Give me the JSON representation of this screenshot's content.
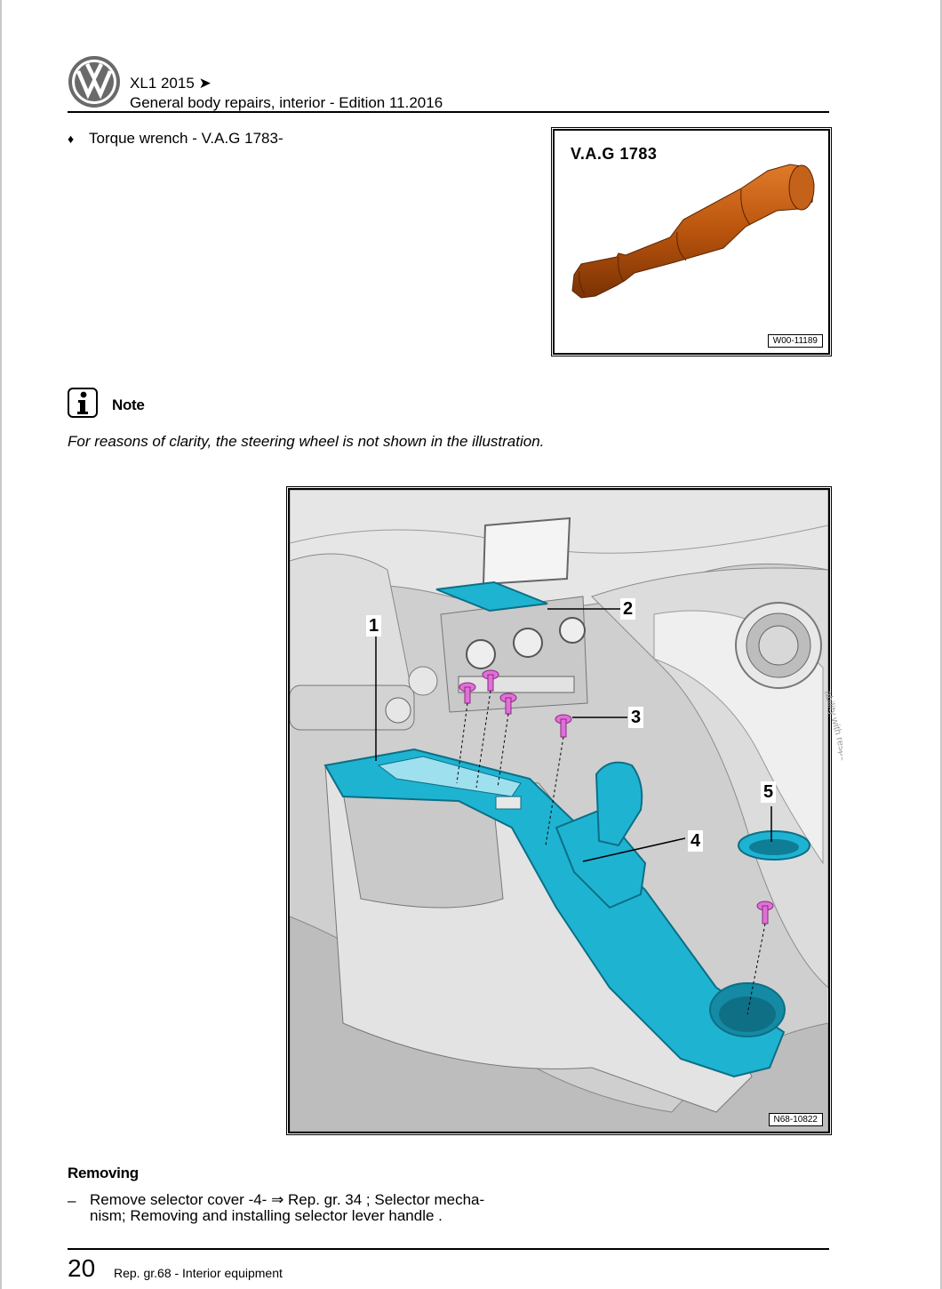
{
  "header": {
    "model": "XL1 2015 ➤",
    "subtitle": "General body repairs, interior - Edition 11.2016"
  },
  "tool": {
    "bullet": "♦",
    "text": "Torque wrench - V.A.G 1783-"
  },
  "figure1": {
    "title": "V.A.G 1783",
    "code": "W00-11189"
  },
  "note": {
    "label": "Note",
    "text": "For reasons of clarity, the steering wheel is not shown in the illustration."
  },
  "figure2": {
    "code": "N68-10822",
    "callouts": [
      "1",
      "2",
      "3",
      "4",
      "5"
    ]
  },
  "watermark": {
    "text": "ability with respect to the correctness of information in this"
  },
  "removing": {
    "title": "Removing",
    "dash": "–",
    "step1_line1": "Remove selector cover -4- ⇒  Rep. gr.  34 ; Selector mecha-",
    "step1_line2": "nism; Removing and installing selector lever handle ."
  },
  "footer": {
    "page": "20",
    "text": "Rep. gr.68 - Interior equipment"
  },
  "colors": {
    "highlight": "#1fb3d2",
    "screw": "#e070d8",
    "tool": "#b9540d"
  }
}
